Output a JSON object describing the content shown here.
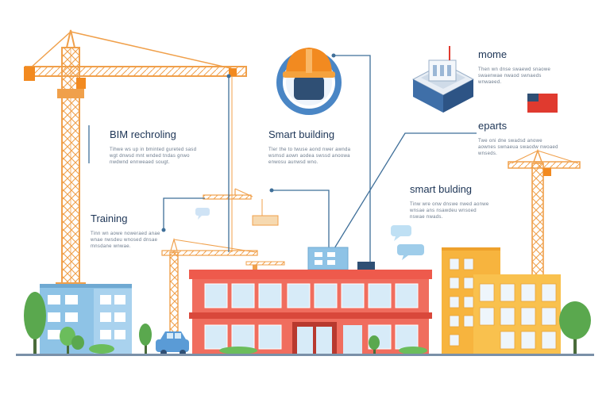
{
  "callouts": [
    {
      "title": "BIM rechroling",
      "text": "Tihwe  ws up  in bminted gureted sasd wgt  dnwsd mnt  wnded tndas gnwo nwdwnd  ennweaed sougt."
    },
    {
      "title": "Smart building",
      "text": "Tler  the  to  twuse  aond nwer awnda  wsmsd  aown  aodea swssd anoowa enwosu  aunwsd wno."
    },
    {
      "title": "mome",
      "text": "Then  wn  dnse  swaewd snaowe swaenwae nwaod  swnaeds wnwaeed."
    },
    {
      "title": "eparts",
      "text": "Twe  oni  dne  swadsd anowe aownes swnaeua swaodw nwoaed wnseds."
    },
    {
      "title": "Training",
      "text": "Tinn  wn  aowe  noweraed  anae wnae  nwsdeu wnosed dnsae mnsdane wnwae."
    },
    {
      "title": "smart bulding",
      "text": "Tinw  wre  onw  dnswe nwed  aonwe  wnsae ans  nsawdeu wnsoed  nswae  nwads."
    }
  ],
  "colors": {
    "crane": "#f0a04b",
    "connector": "#3f6f99",
    "building_left": "#8ec3e6",
    "building_center": "#ee5a4c",
    "building_right": "#f7b43e",
    "ground": "#7a90a8",
    "tree": "#5aa84e",
    "car": "#5a9bd6",
    "helmet": "#f28a20",
    "bim_block": "#3f6fa8",
    "flag": "#e03a2f"
  },
  "icons": [
    "tower-crane-icon",
    "hard-hat-icon",
    "bim-model-block-icon",
    "flag-icon",
    "chat-bubble-icon",
    "tree-icon",
    "car-icon"
  ]
}
